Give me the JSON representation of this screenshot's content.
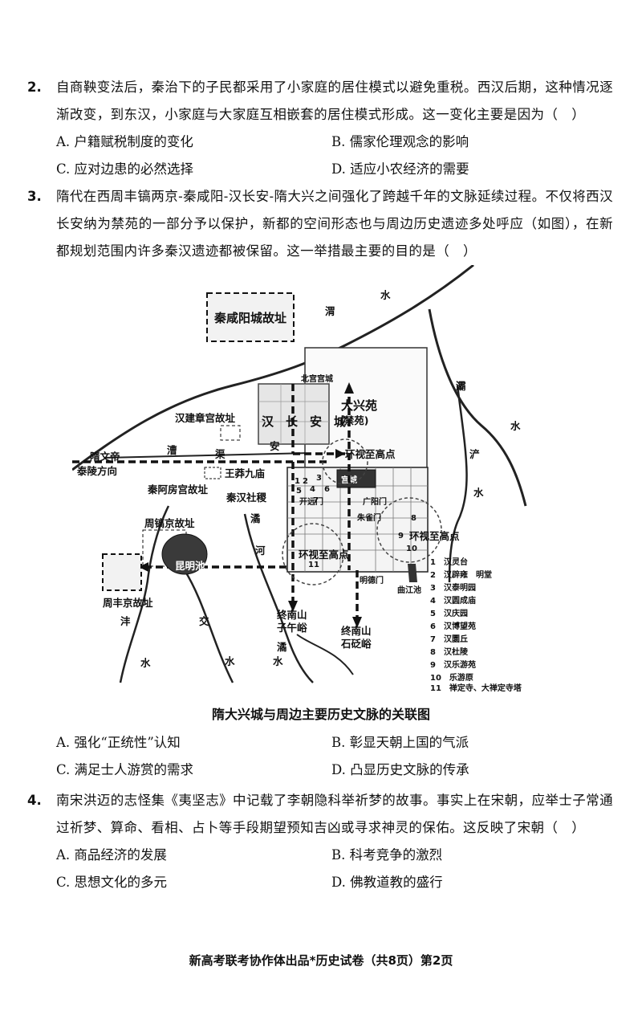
{
  "questions": [
    {
      "number": "2.",
      "text": "自商鞅变法后，秦治下的子民都采用了小家庭的居住模式以避免重税。西汉后期，这种情况逐渐改变，到东汉，小家庭与大家庭互相嵌套的居住模式形成。这一变化主要是因为（　）",
      "options": [
        "A. 户籍赋税制度的变化",
        "B. 儒家伦理观念的影响",
        "C. 应对边患的必然选择",
        "D. 适应小农经济的需要"
      ]
    },
    {
      "number": "3.",
      "text": "隋代在西周丰镐两京-秦咸阳-汉长安-隋大兴之间强化了跨越千年的文脉延续过程。不仅将西汉长安纳为禁苑的一部分予以保护，新都的空间形态也与周边历史遗迹多处呼应（如图），在新都规划范围内许多秦汉遗迹都被保留。这一举措最主要的目的是（　）",
      "options": [
        "A. 强化“正统性”认知",
        "B. 彰显天朝上国的气派",
        "C. 满足士人游赏的需求",
        "D. 凸显历史文脉的传承"
      ]
    },
    {
      "number": "4.",
      "text": "南宋洪迈的志怪集《夷坚志》中记载了李朝隐科举祈梦的故事。事实上在宋朝，应举士子常通过祈梦、算命、看相、占卜等手段期望预知吉凶或寻求神灵的保佑。这反映了宋朝（　）",
      "options": [
        "A. 商品经济的发展",
        "B. 科考竞争的激烈",
        "C. 思想文化的多元",
        "D. 佛教道教的盛行"
      ]
    }
  ],
  "map": {
    "caption": "隋大兴城与周边主要历史文脉的关联图",
    "labels": {
      "xianyang": "秦咸阳城故址",
      "weishui_wei": "渭",
      "weishui_shui": "水",
      "baqu_ba": "灞",
      "baqu_shui": "水",
      "chan": "浐",
      "chan_shui": "水",
      "north_palace": "北宫宫城",
      "hanchangan": "汉　长　安　城",
      "daxingyuan": "大兴苑",
      "jinyuan": "(禁苑)",
      "jianzhang": "汉建章宫故址",
      "cao": "漕",
      "qu": "渠",
      "sui_wendi": "隋文帝",
      "tailing": "泰陵方向",
      "an": "安",
      "huanshi1": "环视至高点",
      "huanshi2": "环视至高点",
      "huanshi3": "环视至高点",
      "wangmang": "王莽九庙",
      "efang": "秦阿房宫故址",
      "sheji": "秦汉社稷",
      "kaiyuan": "开远门",
      "guangyang": "广阳门",
      "zhuque": "朱雀门",
      "gongcheng": "宫城",
      "zhoughao": "周镐京故址",
      "kunming": "昆明池",
      "hao": "潏",
      "he": "河",
      "zhoufeng": "周丰京故址",
      "mingde": "明德门",
      "qujiang": "曲江池",
      "zhongnan1a": "终南山",
      "zhongnan1b": "子午峪",
      "zhongnan2a": "终南山",
      "zhongnan2b": "石砭峪",
      "feng": "沣",
      "feng_shui": "水",
      "fen": "交",
      "fen_shui": "水",
      "jue": "潏",
      "jue_shui": "水"
    },
    "legend": [
      "1　汉灵台",
      "2　汉辟雍　明堂",
      "3　汉泰明园",
      "4　汉圆成庙",
      "5　汉庆园",
      "6　汉博望苑",
      "7　汉圜丘",
      "8　汉杜陵",
      "9　汉乐游苑",
      "10　乐游原",
      "11　禅定寺、大禅定寺塔"
    ],
    "numbers": [
      "1",
      "2",
      "3",
      "4",
      "5",
      "6",
      "7",
      "8",
      "9",
      "10",
      "11"
    ]
  },
  "footer": "新高考联考协作体出品*历史试卷（共8页）第2页"
}
